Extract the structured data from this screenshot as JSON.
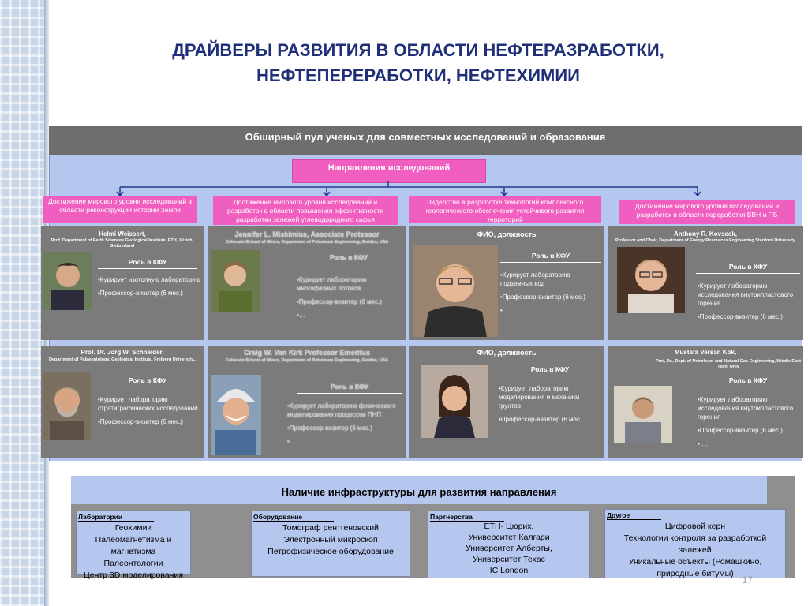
{
  "title": {
    "line1": "ДРАЙВЕРЫ РАЗВИТИЯ В ОБЛАСТИ НЕФТЕРАЗРАБОТКИ,",
    "line2": "НЕФТЕПЕРЕРАБОТКИ, НЕФТЕХИМИИ"
  },
  "pool_header": "Обширный пул ученых для совместных исследований и образования",
  "directions_label": "Направления исследований",
  "categories": [
    "Достижение мирового уровня исследований в области реконструкции истории Земли",
    "Достижение мирового уровня исследований и разработок в области повышения эффективности разработки залежей углеводородного сырья",
    "Лидерство в разработке технологий комплексного геологического обеспечения устойчивого развития территорий",
    "Достижение мирового уровня исследований и разработок в области переработки ВВН и ПБ"
  ],
  "cards": [
    {
      "name": "Helmi Weissert,",
      "comma": ",",
      "sub": "Prof, Department of Earth Sciences Geological Institute, ETH,  Zürich, Switzerland",
      "role": "Роль в КФУ",
      "items": [
        "•Курирует изотопную лабораторию",
        "•Профессор-визитер (6 мес.)"
      ]
    },
    {
      "name": "Jennifer L. Miskimins, Associate Protessor",
      "sub": "Colorado School of Mines, Department of Petroleum Engineering, Golden, USA",
      "role": "Роль в КФУ",
      "items": [
        "•Курирует лабораторию многофазных потоков",
        "•Профессор-визитер (6 мес.)",
        "•…"
      ]
    },
    {
      "name": "ФИО, должность",
      "sub": "",
      "role": "Роль в КФУ",
      "items": [
        "•Курирует  лабораторию подземных вод",
        "•Профессор-визитер (6 мес.)",
        "•…."
      ]
    },
    {
      "name": "Anthony R. Kovscek,",
      "comma": ".",
      "sub": "Professor and Chair, Department of Energy Resources Engineering Stanford University",
      "role": "Роль в КФУ",
      "items": [
        "•Курирует лабораторию исследования внутрипластового горения",
        "•Профессор-визитер (6 мес.)"
      ]
    },
    {
      "name": "Prof. Dr. Jörg W. Schneider,",
      "comma": ".",
      "sub": "Department of Palaeontology, Geological Institute, Freiberg University,,",
      "role": "Роль в КФУ",
      "items": [
        "•Курирует лабораторию стратиграфических исследований",
        "•Профессор-визитер (6 мес.)"
      ]
    },
    {
      "name": "Craig W. Van Kirk Professor Emeritus",
      "sub": "Colorado School of Mines, Department of Petroleum Engineering, Golden, USA",
      "role": "Роль в КФУ",
      "items": [
        "•Курирует лабораторию физического моделирования процессов ПНП",
        "•Профессор-визитер (6 мес.)",
        "•…"
      ]
    },
    {
      "name": "ФИО, должность",
      "sub": "",
      "role": "Роль в КФУ",
      "items": [
        "•Курирует лабораторию моделирования  и механики грунтов",
        "•Профессор-визитер (6 мес."
      ]
    },
    {
      "name": "Mustafa Versan Kök,",
      "comma": ".",
      "sub": "Prof, Dr., Dept. of Petroleum and Natural Gas Engineering, Middle East Tech. Univ",
      "role": "Роль в КФУ",
      "items": [
        "•Курирует лабораторию исследования внутрипластового горения",
        "•Профессор-визитер (6 мес.)",
        "•…."
      ]
    }
  ],
  "infra": {
    "header": "Наличие инфраструктуры для развития направления",
    "boxes": [
      {
        "label": "Лаборатории",
        "lines": [
          "Геохимии",
          "Палеомагнетизма и магнетизма",
          "Палеонтологии",
          "Центр 3D моделирования"
        ]
      },
      {
        "label": "Оборудование",
        "lines": [
          "Томограф рентгеновский",
          "Электронный микроскоп",
          "Петрофизическое оборудование"
        ]
      },
      {
        "label": "Партнерства",
        "lines": [
          "ETH- Цюрих,",
          "Университет Калгари",
          "Университет Алберты,",
          "Университет Техас",
          "IC London"
        ]
      },
      {
        "label": "Другое",
        "lines": [
          "Цифровой керн",
          "Технологии контроля за разработкой залежей",
          "Уникальные объекты (Ромашкино, природные битумы)"
        ]
      }
    ]
  },
  "page_number": "17"
}
